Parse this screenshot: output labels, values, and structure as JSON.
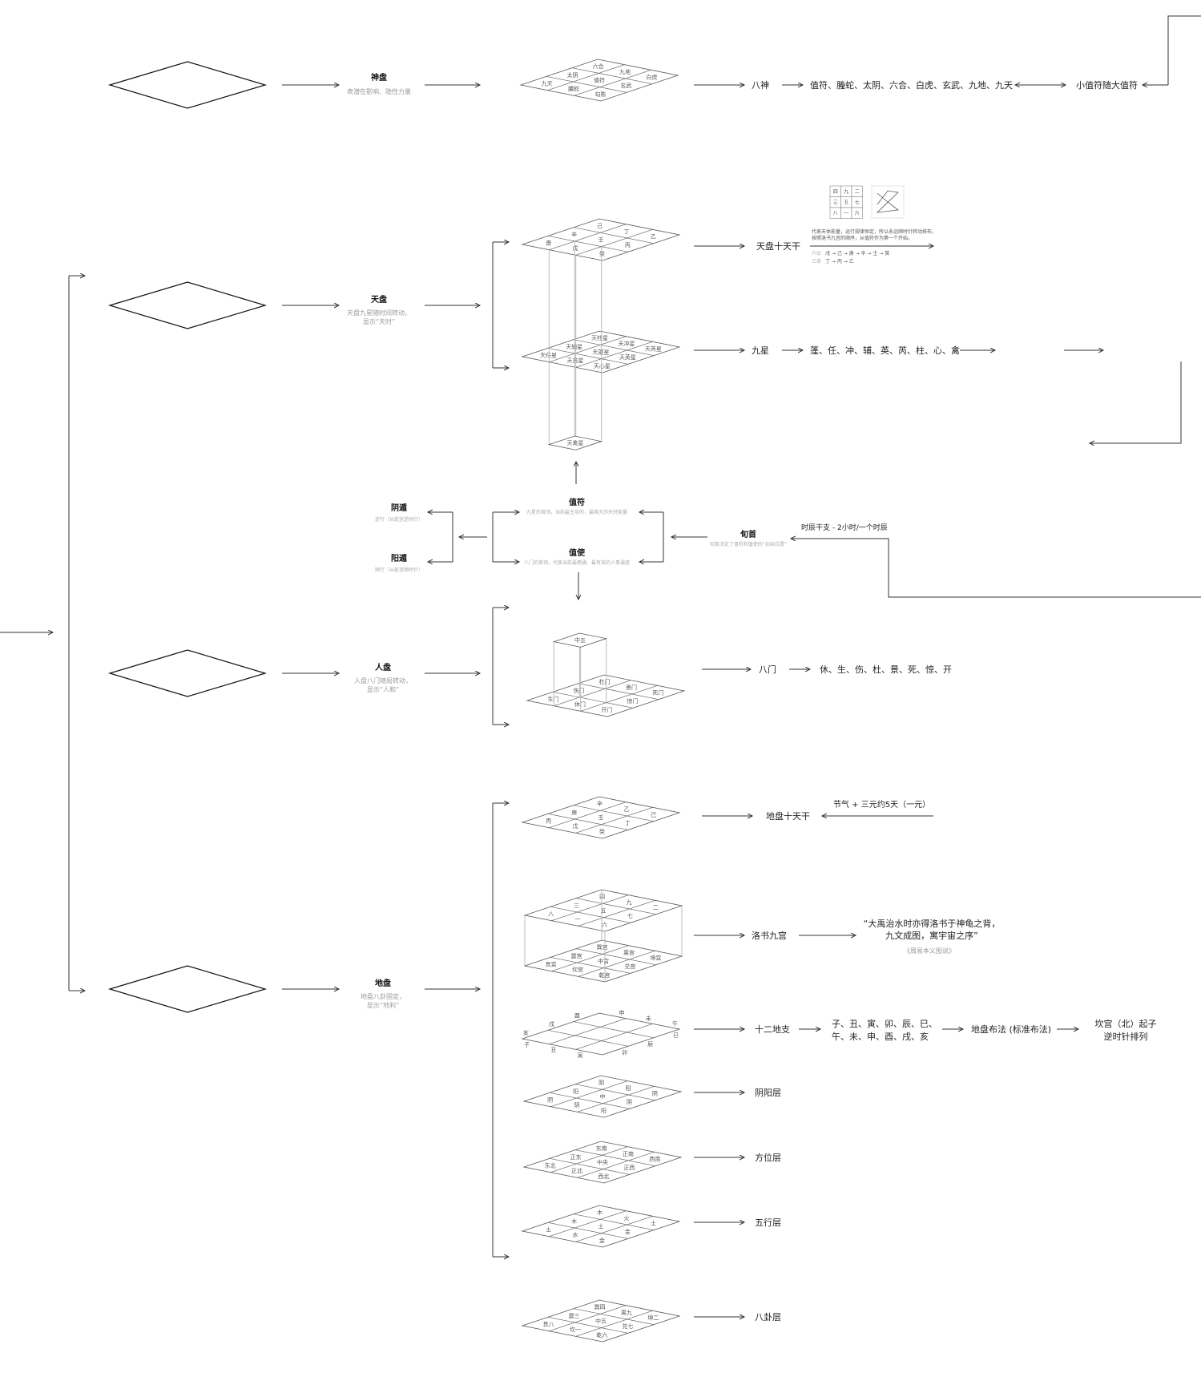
{
  "layers": {
    "shen": {
      "title": "神盘",
      "desc": [
        "表潜在影响、隐性力量"
      ]
    },
    "tian": {
      "title": "天盘",
      "desc": [
        "天盘九星随时间转动，",
        "显示“天时”"
      ]
    },
    "ren": {
      "title": "人盘",
      "desc": [
        "人盘八门随局转动，",
        "显示“人和”"
      ]
    },
    "di": {
      "title": "地盘",
      "desc": [
        "地盘八卦固定，",
        "显示“地利”"
      ]
    }
  },
  "shen_row": {
    "label": "八神",
    "list": "值符、螣蛇、太阴、六合、白虎、玄武、九地、九天",
    "note": "小值符随大值符"
  },
  "tian_stems": {
    "label": "天盘十天干",
    "desc": [
      "代表天体能量，运行规律恒定，所以永远顺时针转动排布，",
      "按照洛书九宫的顺序，从值符作为第一个开始。"
    ],
    "liuyi_label": "六仪",
    "liuyi": "戊 → 己 → 庚 → 辛 → 壬 → 癸",
    "sanqi_label": "三奇",
    "sanqi": "丁 → 丙 → 乙",
    "luoshu_numbers": [
      "四",
      "九",
      "二",
      "三",
      "五",
      "七",
      "八",
      "一",
      "六"
    ]
  },
  "stars_row": {
    "label": "九星",
    "list": "蓬、任、冲、辅、英、芮、柱、心、禽",
    "pillar_label": "天禽星"
  },
  "middle": {
    "zhifu": {
      "title": "值符",
      "desc": "九星的首领，当前最主导的、最强大的天时能量"
    },
    "zhishi": {
      "title": "值使",
      "desc": "八门的首领，代表当前最畅通、最有效的人事通道"
    },
    "yindun": {
      "title": "阴遁",
      "desc": "逆行（从乾宫逆时针）"
    },
    "yangdun": {
      "title": "阳遁",
      "desc": "顺行（从乾宫顺时针）"
    },
    "xunshou": {
      "title": "旬首",
      "desc": "旬首决定了值符和值使的“初始位置”"
    },
    "hour": "时辰干支 - 2小时/一个时辰"
  },
  "men_row": {
    "label": "八门",
    "list": "休、生、伤、杜、景、死、惊、开",
    "pillar_label": "中五"
  },
  "di_rows": {
    "stems": {
      "label": "地盘十天干",
      "source": "节气 + 三元约5天（一元）"
    },
    "luoshu": {
      "label": "洛书九宫",
      "quote": [
        "“大禹治水时亦得洛书于神龟之背，",
        "九文成图，寓宇宙之序”"
      ],
      "cite": "《周易本义图说》"
    },
    "branches": {
      "label": "十二地支",
      "list": [
        "子、丑、寅、卯、辰、巳、",
        "午、未、申、酉、戌、亥"
      ],
      "method": "地盘布法 (标准布法)",
      "rule": [
        "坎宫（北）起子",
        "逆时针排列"
      ]
    },
    "yinyang": {
      "label": "阴阳层"
    },
    "direction": {
      "label": "方位层"
    },
    "wuxing": {
      "label": "五行层"
    },
    "bagua": {
      "label": "八卦层"
    }
  },
  "grids": {
    "shen": {
      "cells": [
        [
          "六合",
          "九地",
          "白虎"
        ],
        [
          "太阴",
          "值符",
          "玄武"
        ],
        [
          "九天",
          "螣蛇",
          "勾陈"
        ]
      ]
    },
    "tianStems": {
      "cells": [
        [
          "己",
          "丁",
          "乙"
        ],
        [
          "辛",
          "壬",
          "丙"
        ],
        [
          "庚",
          "戊",
          "癸"
        ]
      ]
    },
    "stars": {
      "cells": [
        [
          "天柱星",
          "天冲星",
          "天芮星"
        ],
        [
          "天辅星",
          "天蓬星",
          "天英星"
        ],
        [
          "天任星",
          "天禽星",
          "天心星"
        ]
      ]
    },
    "men": {
      "cells": [
        [
          "杜门",
          "景门",
          "死门"
        ],
        [
          "伤门",
          "",
          "惊门"
        ],
        [
          "生门",
          "休门",
          "开门"
        ]
      ]
    },
    "diStems": {
      "cells": [
        [
          "辛",
          "乙",
          "己"
        ],
        [
          "庚",
          "壬",
          "丁"
        ],
        [
          "丙",
          "戊",
          "癸"
        ]
      ]
    },
    "luoshuTop": {
      "cells": [
        [
          "四",
          "九",
          "二"
        ],
        [
          "三",
          "五",
          "七"
        ],
        [
          "八",
          "一",
          "六"
        ]
      ]
    },
    "luoshuBottom": {
      "cells": [
        [
          "巽宫",
          "离宫",
          "坤宫"
        ],
        [
          "震宫",
          "中宫",
          "兑宫"
        ],
        [
          "艮宫",
          "坎宫",
          "乾宫"
        ]
      ]
    },
    "yinyang": {
      "cells": [
        [
          "阴",
          "阳",
          "阴"
        ],
        [
          "阳",
          "中",
          "阴"
        ],
        [
          "阴",
          "阴",
          "阳"
        ]
      ]
    },
    "direction": {
      "cells": [
        [
          "东南",
          "正南",
          "西南"
        ],
        [
          "正东",
          "中央",
          "正西"
        ],
        [
          "东北",
          "正北",
          "西北"
        ]
      ]
    },
    "wuxing": {
      "cells": [
        [
          "木",
          "火",
          "土"
        ],
        [
          "木",
          "土",
          "金"
        ],
        [
          "土",
          "水",
          "金"
        ]
      ]
    },
    "bagua": {
      "cells": [
        [
          "巽四",
          "离九",
          "坤二"
        ],
        [
          "震三",
          "中五",
          "兑七"
        ],
        [
          "艮八",
          "坎一",
          "乾六"
        ]
      ]
    }
  },
  "branch_ring": [
    "子",
    "丑",
    "寅",
    "卯",
    "辰",
    "巳",
    "午",
    "未",
    "申",
    "酉",
    "戌",
    "亥"
  ]
}
